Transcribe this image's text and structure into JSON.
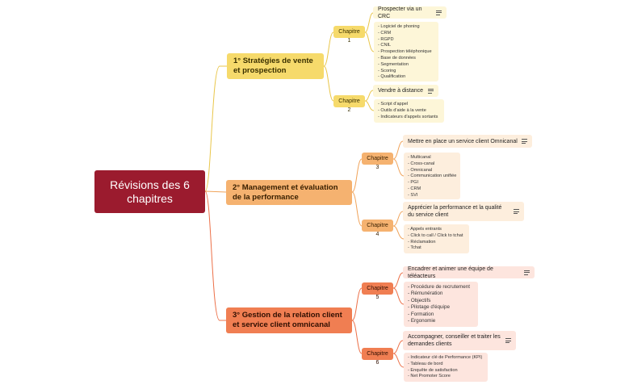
{
  "root": "Révisions des 6 chapitres",
  "branches": [
    {
      "label": "1° Stratégies de vente et prospection",
      "chapters": [
        {
          "label": "Chapitre 1",
          "topic": "Prospecter via un CRC",
          "items": [
            "- Logiciel de phoning",
            "- CRM",
            "- RGPD",
            "- CNIL",
            "- Prospection téléphonique",
            "- Base de données",
            "- Segmentation",
            "- Scoring",
            "- Qualification"
          ]
        },
        {
          "label": "Chapitre 2",
          "topic": "Vendre à distance",
          "items": [
            "- Script d'appel",
            "- Outils d'aide à la vente",
            "- Indicateurs d'appels sortants"
          ]
        }
      ]
    },
    {
      "label": "2° Management et évaluation de la performance",
      "chapters": [
        {
          "label": "Chapitre 3",
          "topic": "Mettre en place un service client Omnicanal",
          "items": [
            "- Multicanal",
            "- Cross-canal",
            "- Omnicanal",
            "- Communication unifiée",
            "- PGI",
            "- CRM",
            "- SVI"
          ]
        },
        {
          "label": "Chapitre 4",
          "topic": "Apprécier la performance et la qualité du service client",
          "items": [
            "- Appels entrants",
            "- Click to call / Click to tchat",
            "- Réclamation",
            "- Tchat"
          ]
        }
      ]
    },
    {
      "label": "3° Gestion de la relation client et service client omnicanal",
      "chapters": [
        {
          "label": "Chapitre 5",
          "topic": "Encadrer et animer une équipe de téléacteurs",
          "items": [
            "- Procédure de recrutement",
            "- Rémunération",
            "- Objectifs",
            "- Pilotage d'équipe",
            "- Formation",
            "- Ergonomie"
          ]
        },
        {
          "label": "Chapitre 6",
          "topic": "Accompagner, conseiller et traiter les demandes clients",
          "items": [
            "- Indicateur clé de Performance (KPI)",
            "- Tableau de bord",
            "- Enquête de satisfaction",
            "- Net Promoter Score"
          ]
        }
      ]
    }
  ],
  "colors": {
    "root": "#9b1b2e",
    "branch1": "#f6da6b",
    "branch2": "#f5b270",
    "branch3": "#f07e52",
    "line1": "#e9c64a",
    "line2": "#f0a35a",
    "line3": "#ec7048"
  },
  "icons": {
    "notes": "notes-icon"
  }
}
